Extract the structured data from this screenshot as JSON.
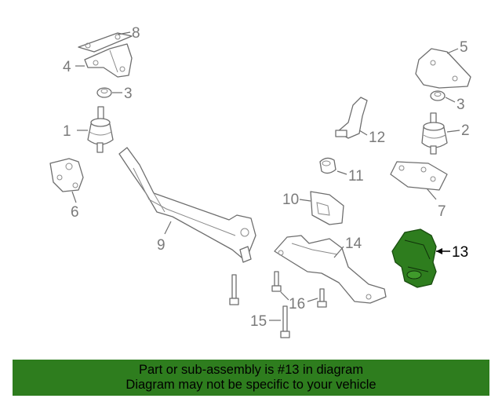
{
  "callouts": {
    "c1": "1",
    "c2": "2",
    "c3a": "3",
    "c3b": "3",
    "c4": "4",
    "c5": "5",
    "c6": "6",
    "c7": "7",
    "c8": "8",
    "c9": "9",
    "c10": "10",
    "c11": "11",
    "c12": "12",
    "c13": "13",
    "c14": "14",
    "c15": "15",
    "c16": "16"
  },
  "highlighted_part": "13",
  "colors": {
    "highlight": "#2e7d1e",
    "banner": "#2e7d1e",
    "line": "#6e6e6e"
  },
  "banner": {
    "line1": "Part or sub-assembly is #13 in diagram",
    "line2": "Diagram may not be specific to your vehicle"
  }
}
